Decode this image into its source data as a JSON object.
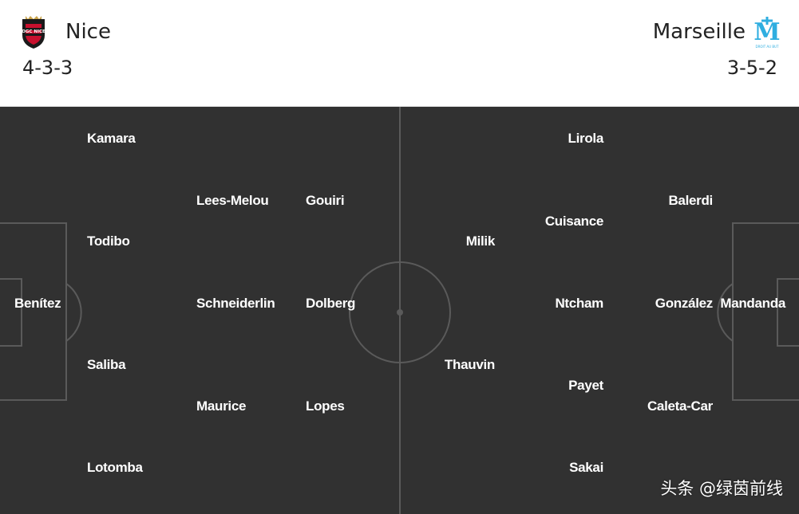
{
  "home": {
    "name": "Nice",
    "formation": "4-3-3",
    "crest_icon": "ogc-nice-crest-icon",
    "crest_text": "OGC NICE"
  },
  "away": {
    "name": "Marseille",
    "formation": "3-5-2",
    "crest_icon": "om-marseille-crest-icon",
    "crest_text": "DROIT AU BUT"
  },
  "pitch": {
    "background": "#313131",
    "line_color": "#5a5a5a"
  },
  "home_players": {
    "kamara": "Kamara",
    "lees_melou": "Lees-Melou",
    "gouiri": "Gouiri",
    "todibo": "Todibo",
    "benitez": "Benítez",
    "schneiderlin": "Schneiderlin",
    "dolberg": "Dolberg",
    "saliba": "Saliba",
    "maurice": "Maurice",
    "lopes": "Lopes",
    "lotomba": "Lotomba"
  },
  "away_players": {
    "lirola": "Lirola",
    "balerdi": "Balerdi",
    "cuisance": "Cuisance",
    "milik": "Milik",
    "ntcham": "Ntcham",
    "gonzalez": "González",
    "mandanda": "Mandanda",
    "thauvin": "Thauvin",
    "payet": "Payet",
    "caleta_car": "Caleta-Car",
    "sakai": "Sakai"
  },
  "watermark": "头条 @绿茵前线"
}
